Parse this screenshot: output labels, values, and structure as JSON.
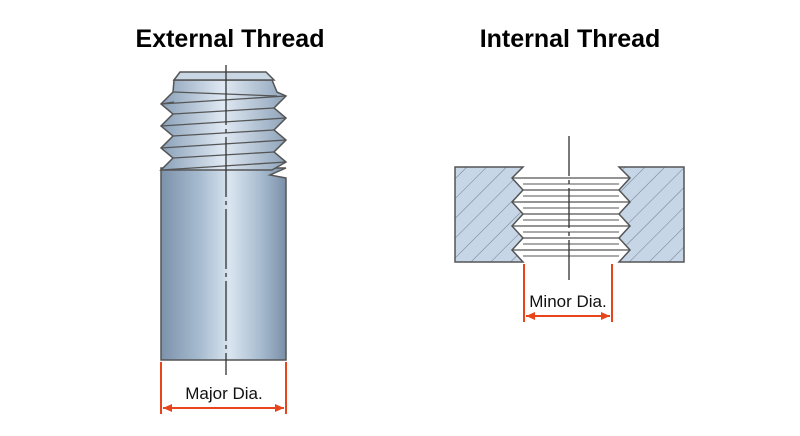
{
  "external": {
    "title": "External Thread",
    "dimension_label": "Major Dia."
  },
  "internal": {
    "title": "Internal Thread",
    "dimension_label": "Minor Dia."
  },
  "colors": {
    "dimension": "#e8451c",
    "outline": "#555555",
    "hatch": "#6f7e8f",
    "block_fill": "#c6d6e6",
    "bolt_dark": "#7f95ad",
    "bolt_light": "#dae6f1"
  }
}
